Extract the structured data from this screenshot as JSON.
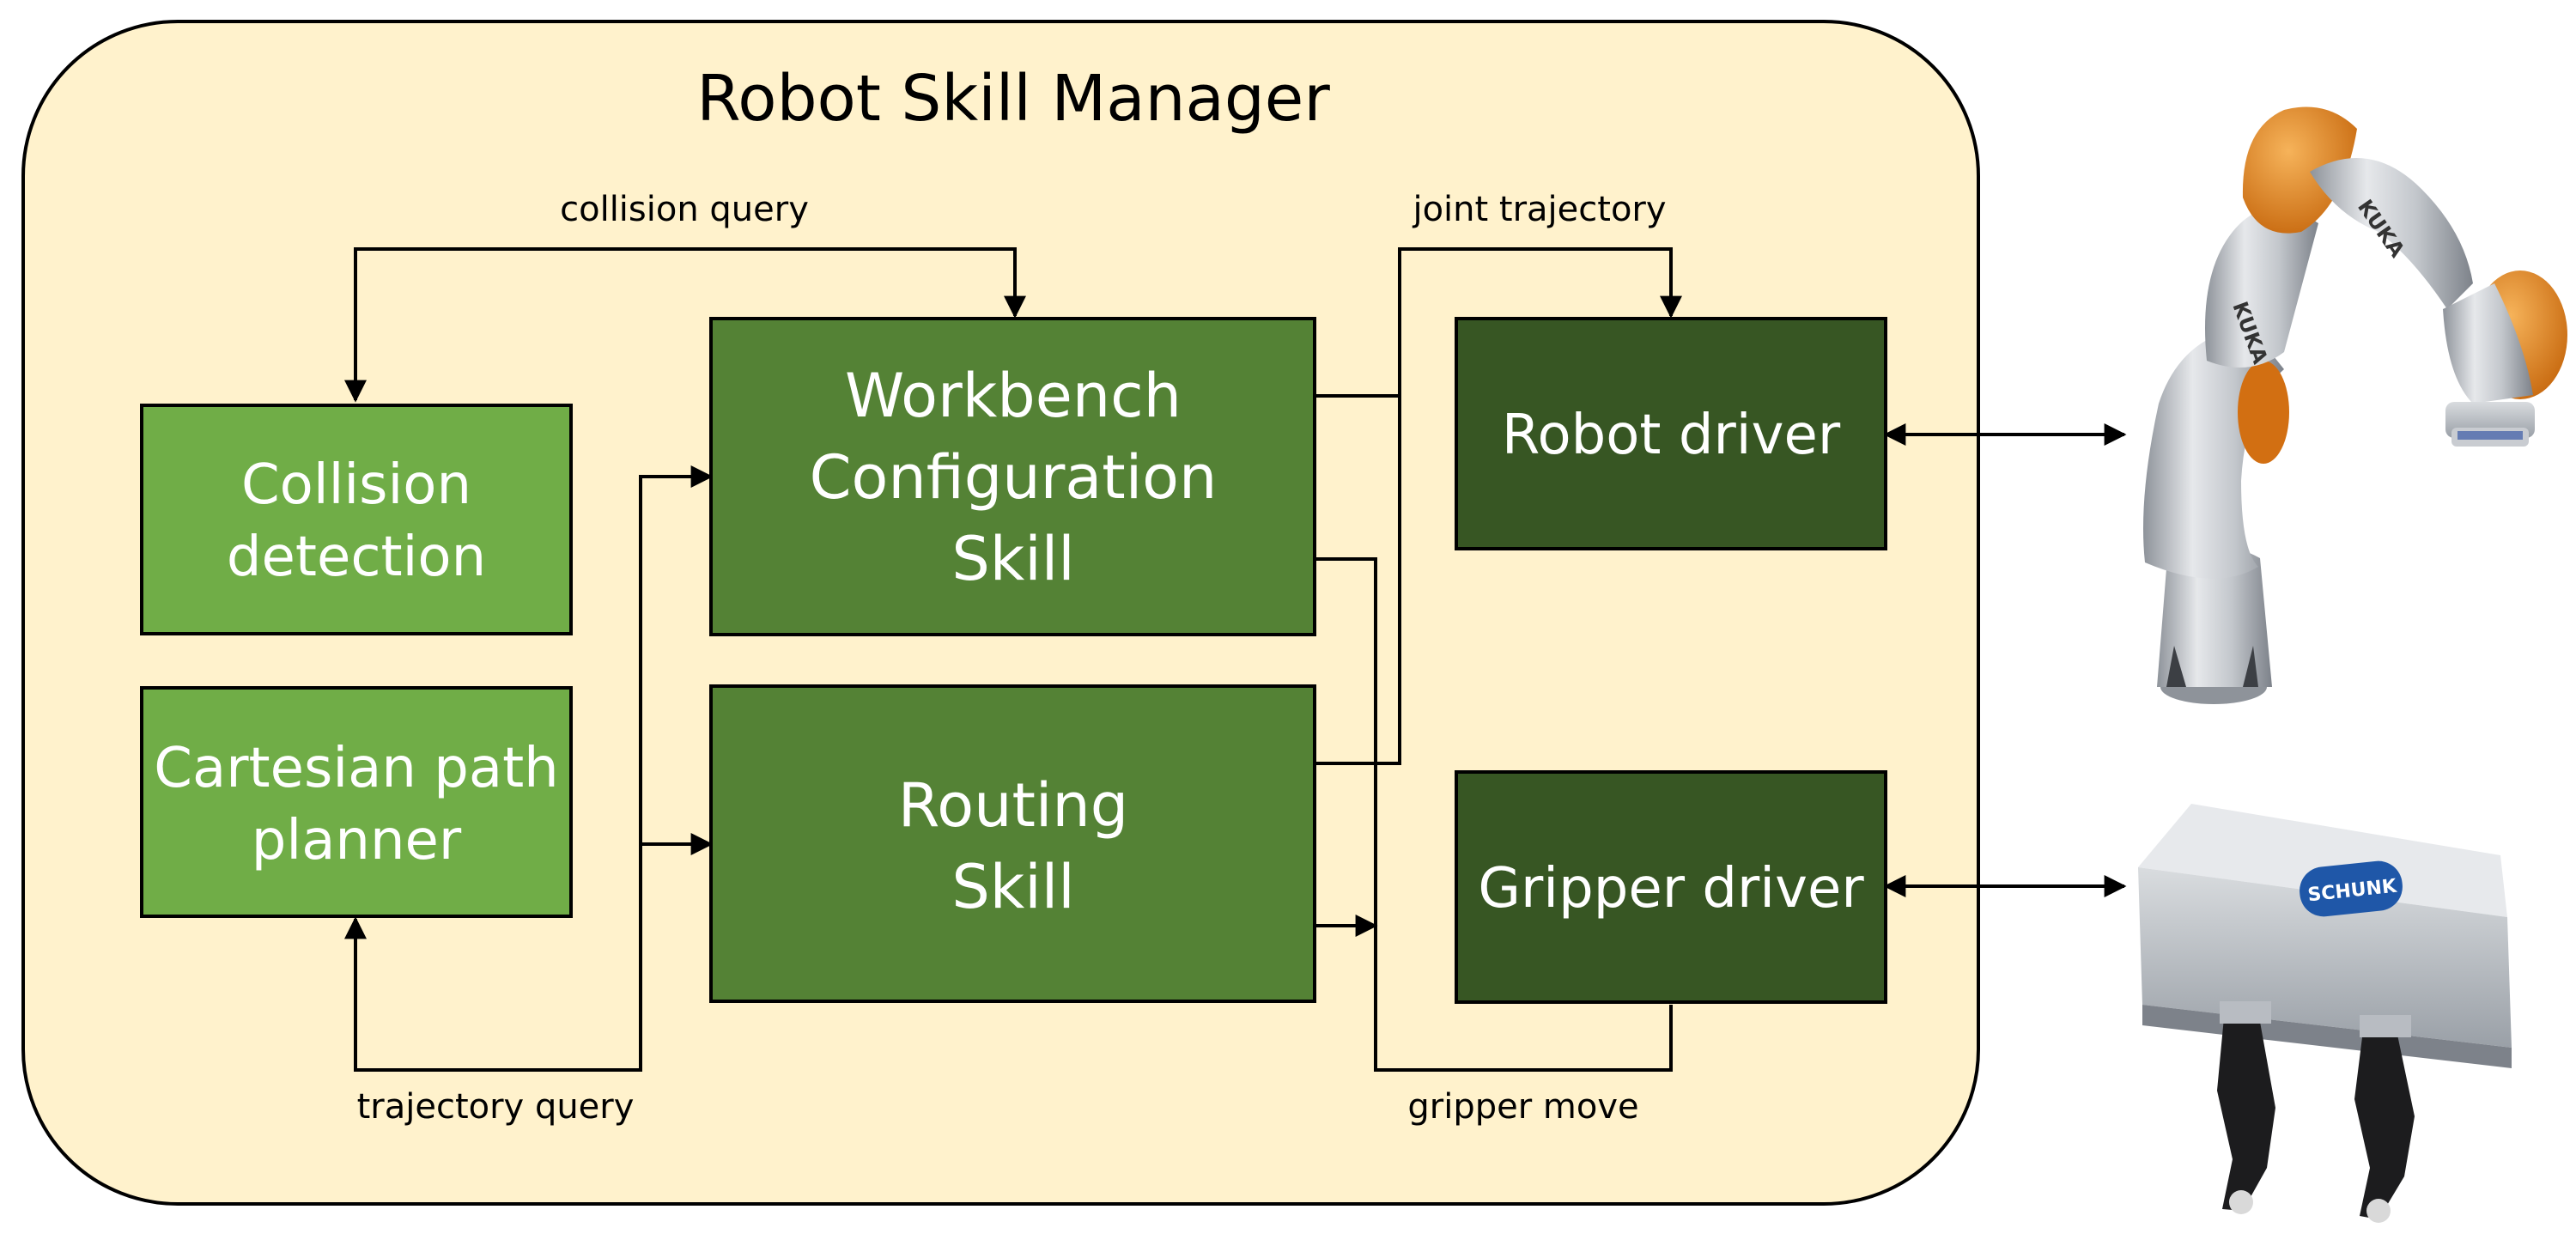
{
  "title": "Robot Skill Manager",
  "colors": {
    "container_bg": "#fff2cc",
    "light_green": "#70ad47",
    "mid_green": "#548235",
    "dark_green": "#375623",
    "stroke": "#000000"
  },
  "nodes": {
    "collision_detection": {
      "lines": [
        "Collision",
        "detection"
      ]
    },
    "cartesian_planner": {
      "lines": [
        "Cartesian path",
        "planner"
      ]
    },
    "workbench_skill": {
      "lines": [
        "Workbench",
        "Configuration",
        "Skill"
      ]
    },
    "routing_skill": {
      "lines": [
        "Routing",
        "Skill"
      ]
    },
    "robot_driver": {
      "lines": [
        "Robot driver"
      ]
    },
    "gripper_driver": {
      "lines": [
        "Gripper driver"
      ]
    }
  },
  "edges": {
    "collision_query": "collision query",
    "joint_trajectory": "joint trajectory",
    "trajectory_query": "trajectory query",
    "gripper_move": "gripper move"
  },
  "hardware": {
    "robot_arm": {
      "brand_text": "KUKA"
    },
    "gripper": {
      "brand_text": "SCHUNK"
    }
  }
}
